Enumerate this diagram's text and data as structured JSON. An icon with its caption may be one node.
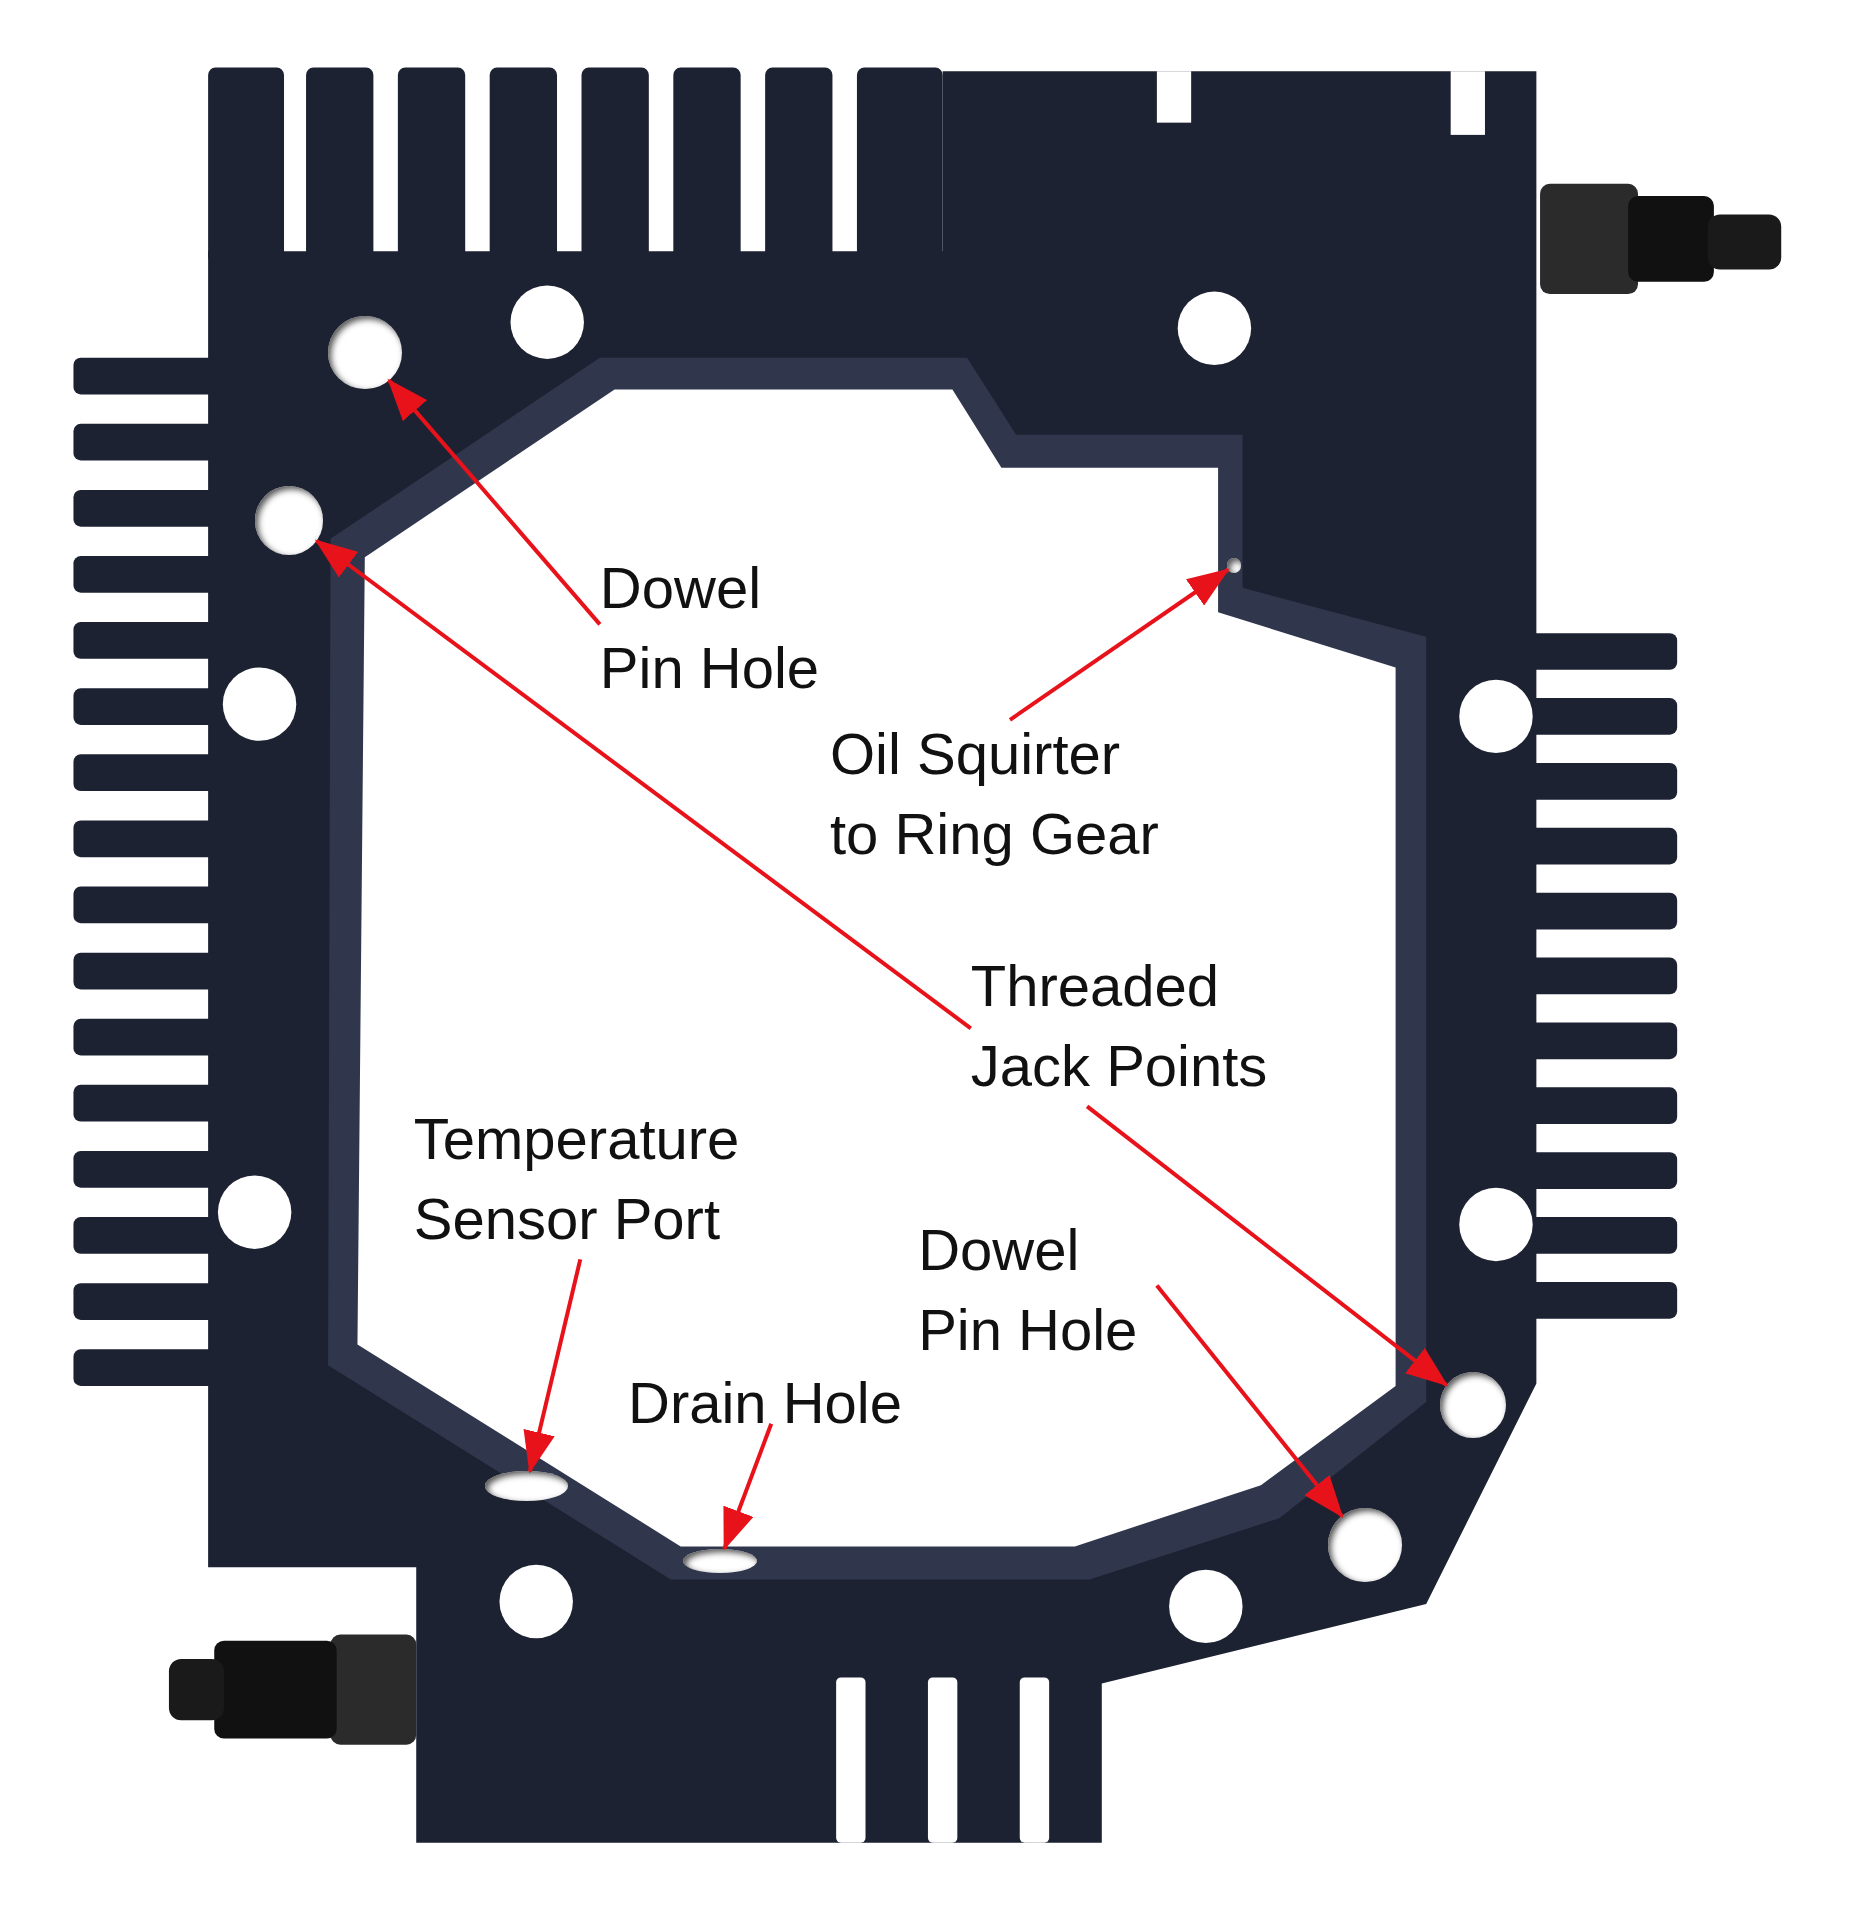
{
  "diagram": {
    "nodes": [
      {
        "text": [
          "Dowel Pin Hole"
        ]
      },
      {
        "text": [
          "Oil Squirter to Ring Gear"
        ]
      },
      {
        "text": [
          "Threaded Jack Points"
        ]
      },
      {
        "text": [
          "Temperature Sensor Port"
        ]
      },
      {
        "text": [
          "Dowel Pin Hole"
        ]
      },
      {
        "text": [
          "Drain Hole"
        ]
      },
      {
        "text": [],
        "shape": "circle"
      },
      {
        "text": [],
        "shape": "circle"
      },
      {
        "text": [],
        "shape": "circle"
      },
      {
        "text": [],
        "shape": "circle"
      },
      {
        "text": [],
        "shape": "circle"
      },
      {
        "text": [],
        "shape": "circle"
      },
      {
        "text": [],
        "shape": "circle"
      }
    ],
    "edges": [
      {
        "from": 0,
        "to": 6,
        "arrow": "to"
      },
      {
        "from": 1,
        "to": 8,
        "arrow": "to"
      },
      {
        "from": 2,
        "to": 7,
        "arrow": "to"
      },
      {
        "from": 2,
        "to": 9,
        "arrow": "to"
      },
      {
        "from": 3,
        "to": 10,
        "arrow": "to"
      },
      {
        "from": 4,
        "to": 11,
        "arrow": "to"
      },
      {
        "from": 5,
        "to": 12,
        "arrow": "to"
      }
    ]
  }
}
